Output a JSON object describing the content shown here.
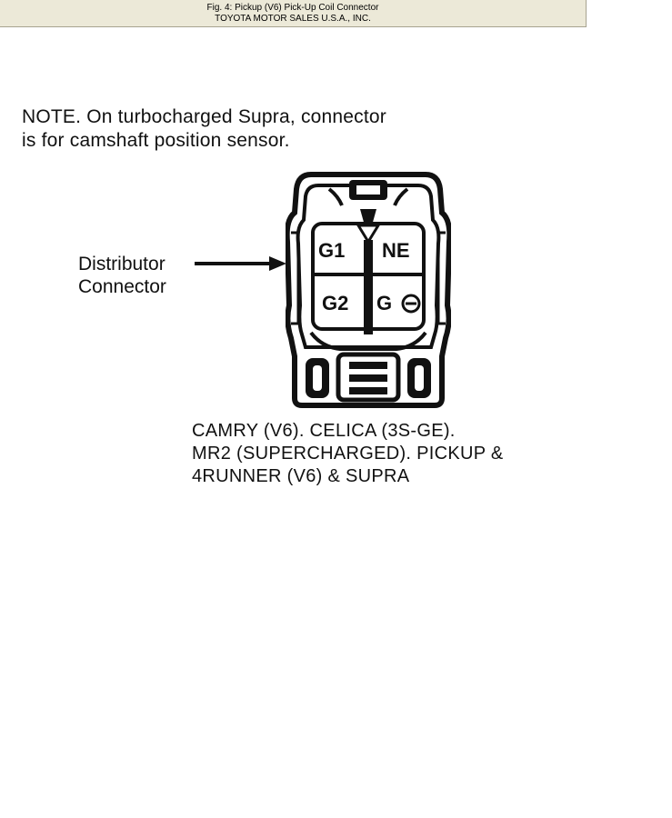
{
  "caption": {
    "line1": "Fig. 4: Pickup (V6) Pick-Up Coil Connector",
    "line2": "TOYOTA MOTOR SALES U.S.A., INC."
  },
  "note": {
    "line1": "NOTE. On turbocharged Supra, connector",
    "line2": "is for camshaft position sensor."
  },
  "label": {
    "line1": "Distributor",
    "line2": "Connector"
  },
  "pins": {
    "g1": "G1",
    "ne": "NE",
    "g2": "G2",
    "g_minus": "G"
  },
  "models": {
    "line1": "CAMRY (V6). CELICA (3S-GE).",
    "line2": "MR2 (SUPERCHARGED). PICKUP &",
    "line3": "4RUNNER (V6) & SUPRA"
  }
}
